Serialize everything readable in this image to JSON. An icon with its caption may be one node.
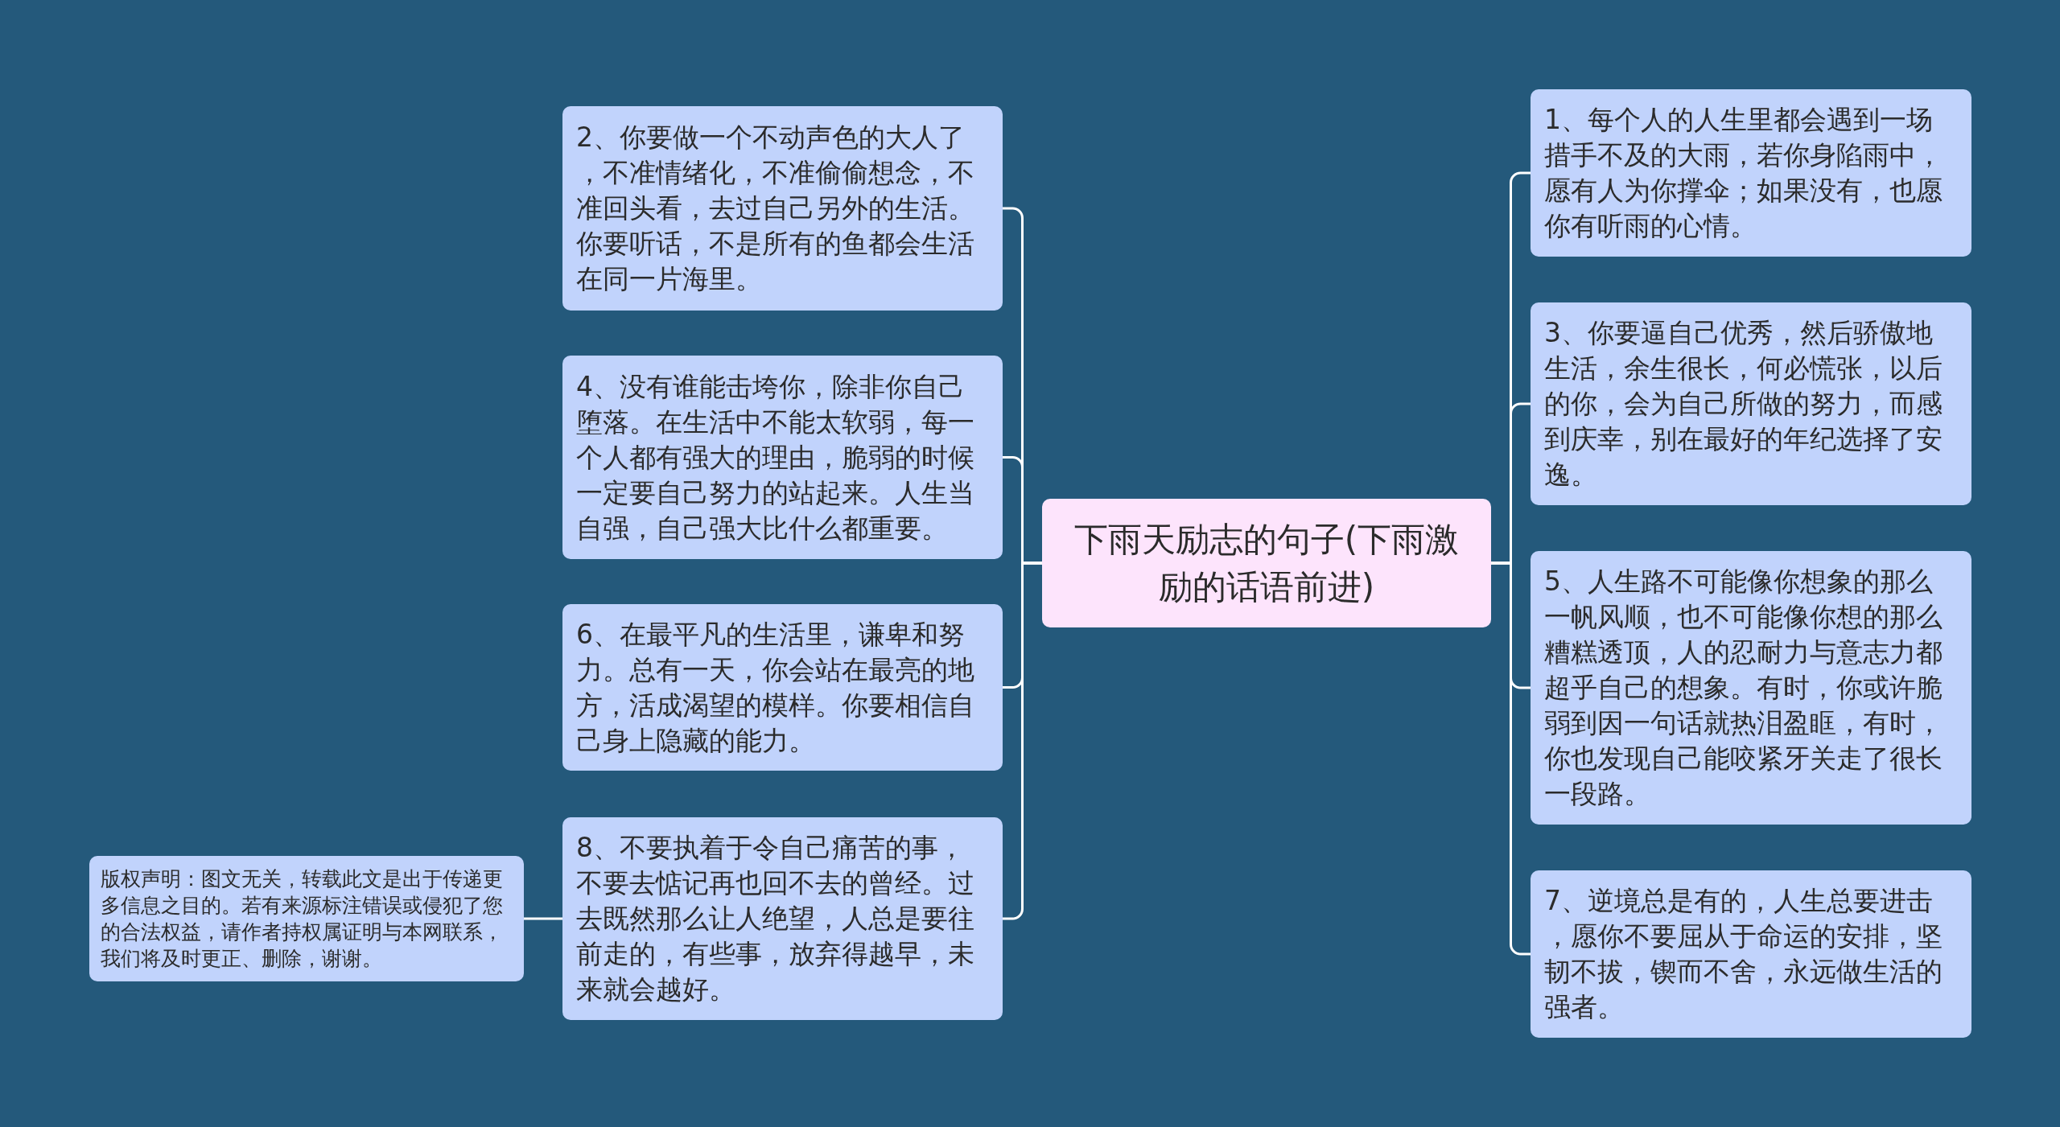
{
  "diagram": {
    "nodes": [
      {
        "text": [
          "下雨天励志的句子(下雨激励的话语前进)"
        ]
      },
      {
        "text": [
          "1、每个人的人生里都会遇到一场措手不及的大雨，若你身陷雨中，愿有人为你撑伞；如果没有，也愿你有听雨的心情。"
        ]
      },
      {
        "text": [
          "2、你要做一个不动声色的大人了，不准情绪化，不准偷偷想念，不准回头看，去过自己另外的生活。你要听话，不是所有的鱼都会生活在同一片海里。"
        ]
      },
      {
        "text": [
          "3、你要逼自己优秀，然后骄傲地生活，余生很长，何必慌张，以后的你，会为自己所做的努力，而感到庆幸，别在最好的年纪选择了安逸。"
        ]
      },
      {
        "text": [
          "4、没有谁能击垮你，除非你自己堕落。在生活中不能太软弱，每一个人都有强大的理由，脆弱的时候一定要自己努力的站起来。人生当自强，自己强大比什么都重要。"
        ]
      },
      {
        "text": [
          "5、人生路不可能像你想象的那么一帆风顺，也不可能像你想的那么糟糕透顶，人的忍耐力与意志力都超乎自己的想象。有时，你或许脆弱到因一句话就热泪盈眶，有时，你也发现自己能咬紧牙关走了很长一段路。"
        ]
      },
      {
        "text": [
          "6、在最平凡的生活里，谦卑和努力。总有一天，你会站在最亮的地方，活成渴望的模样。你要相信自己身上隐藏的能力。"
        ]
      },
      {
        "text": [
          "7、逆境总是有的，人生总要进击，愿你不要屈从于命运的安排，坚韧不拔，锲而不舍，永远做生活的强者。"
        ]
      },
      {
        "text": [
          "8、不要执着于令自己痛苦的事，不要去惦记再也回不去的曾经。过去既然那么让人绝望，人总是要往前走的，有些事，放弃得越早，未来就会越好。"
        ]
      },
      {
        "text": [
          "版权声明：图文无关，转载此文是出于传递更多信息之目的。若有来源标注错误或侵犯了您的合法权益，请作者持权属证明与本网联系，我们将及时更正、删除，谢谢。"
        ]
      }
    ],
    "edges": [
      {
        "from": 0,
        "to": 1,
        "arrow": "none"
      },
      {
        "from": 0,
        "to": 2,
        "arrow": "none"
      },
      {
        "from": 0,
        "to": 3,
        "arrow": "none"
      },
      {
        "from": 0,
        "to": 4,
        "arrow": "none"
      },
      {
        "from": 0,
        "to": 5,
        "arrow": "none"
      },
      {
        "from": 0,
        "to": 6,
        "arrow": "none"
      },
      {
        "from": 0,
        "to": 7,
        "arrow": "none"
      },
      {
        "from": 0,
        "to": 8,
        "arrow": "none"
      },
      {
        "from": 8,
        "to": 9,
        "arrow": "none"
      }
    ]
  }
}
